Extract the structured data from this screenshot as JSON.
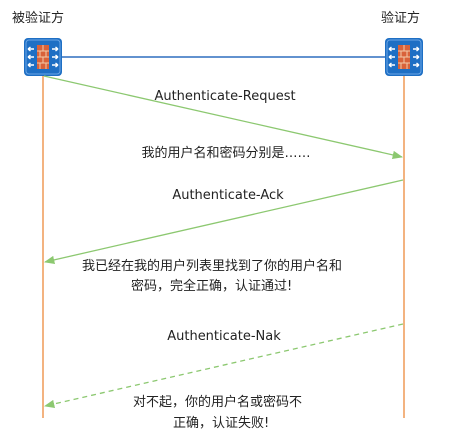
{
  "parties": {
    "left": "被验证方",
    "right": "验证方"
  },
  "messages": {
    "request": {
      "label": "Authenticate-Request",
      "note": "我的用户名和密码分别是……"
    },
    "ack": {
      "label": "Authenticate-Ack",
      "note_line1": "我已经在我的用户列表里找到了你的用户名和",
      "note_line2": "密码，完全正确，认证通过!"
    },
    "nak": {
      "label": "Authenticate-Nak",
      "note_line1": "对不起，你的用户名或密码不",
      "note_line2": "正确，认证失败!"
    }
  },
  "colors": {
    "lifeline": "#f0a060",
    "link": "#2f6fbf",
    "arrow": "#8cc870",
    "device_body": "#1e6fc4",
    "firewall": "#d9623a"
  },
  "icons": {
    "left_device": "firewall-router-icon",
    "right_device": "firewall-router-icon"
  }
}
